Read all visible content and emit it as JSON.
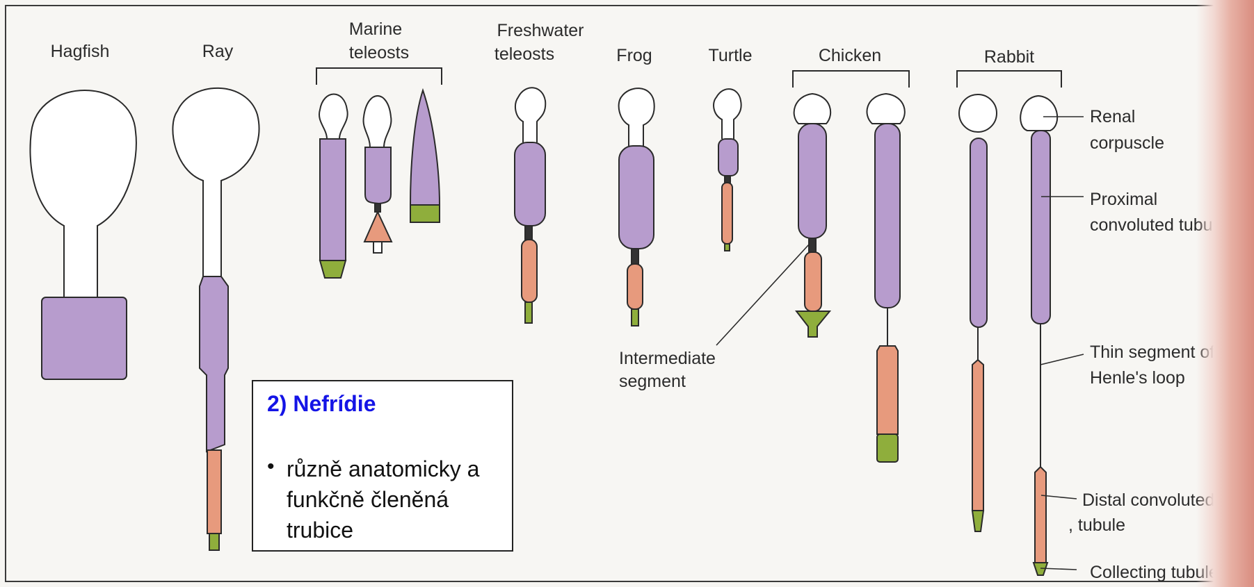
{
  "colors": {
    "corpuscle_outline": "#2a2a2a",
    "proximal_segment": "#b79ccd",
    "distal_segment": "#e79a7d",
    "collecting_segment": "#8fae3c",
    "note_title": "#1414e6"
  },
  "headers": {
    "hagfish": "Hagfish",
    "ray": "Ray",
    "marine_teleosts": [
      "Marine",
      "teleosts"
    ],
    "freshwater_teleosts": [
      "Freshwater",
      "teleosts"
    ],
    "frog": "Frog",
    "turtle": "Turtle",
    "chicken": "Chicken",
    "rabbit": "Rabbit"
  },
  "legend": {
    "renal_corpuscle": [
      "Renal",
      "corpuscle"
    ],
    "proximal_convoluted_tubule": [
      "Proximal",
      "convoluted tubule"
    ],
    "thin_segment": [
      "Thin segment of",
      "Henle's loop"
    ],
    "distal_convoluted_tubule": [
      "Distal convoluted",
      ", tubule"
    ],
    "collecting_tubule": "Collecting tubule",
    "intermediate_segment": [
      "Intermediate",
      "segment"
    ]
  },
  "note": {
    "title": "2) Nefrídie",
    "bullet": "•",
    "text": "různě anatomicky a funkčně členěná trubice"
  }
}
